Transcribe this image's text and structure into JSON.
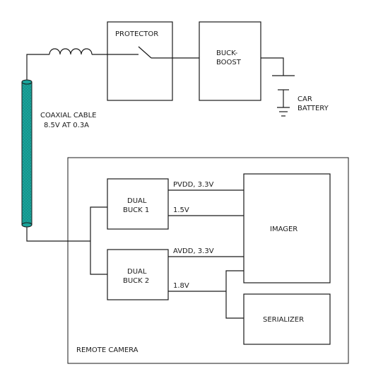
{
  "labels": {
    "protector": "PROTECTOR",
    "buck_boost_line1": "BUCK-",
    "buck_boost_line2": "BOOST",
    "car_battery_line1": "CAR",
    "car_battery_line2": "BATTERY",
    "coax_line1": "COAXIAL CABLE",
    "coax_line2": "8.5V AT 0.3A",
    "dual_buck1_line1": "DUAL",
    "dual_buck1_line2": "BUCK 1",
    "dual_buck2_line1": "DUAL",
    "dual_buck2_line2": "BUCK 2",
    "pvdd": "PVDD, 3.3V",
    "v15": "1.5V",
    "avdd": "AVDD, 3.3V",
    "v18": "1.8V",
    "imager": "IMAGER",
    "serializer": "SERIALIZER",
    "remote_camera": "REMOTE CAMERA"
  },
  "colors": {
    "cable_fill": "#1aa39a",
    "line": "#1a1a1a"
  }
}
